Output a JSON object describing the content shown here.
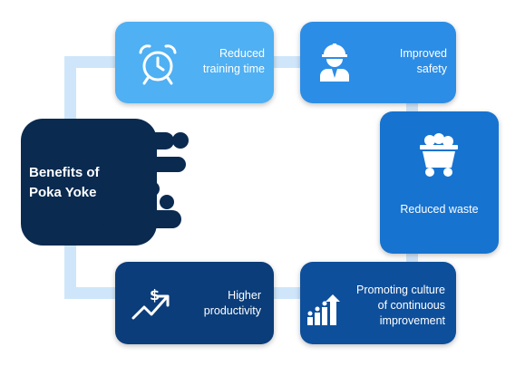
{
  "diagram": {
    "center": {
      "title_line1": "Benefits of",
      "title_line2": "Poka Yoke"
    },
    "benefits": {
      "training": {
        "line1": "Reduced",
        "line2": "training time",
        "icon": "alarm-clock-icon"
      },
      "safety": {
        "line1": "Improved",
        "line2": "safety",
        "icon": "worker-helmet-icon"
      },
      "waste": {
        "line1": "Reduced waste",
        "icon": "mine-cart-icon"
      },
      "culture": {
        "line1": "Promoting culture",
        "line2": "of continuous",
        "line3": "improvement",
        "icon": "rising-bars-people-icon"
      },
      "productivity": {
        "line1": "Higher",
        "line2": "productivity",
        "icon": "dollar-trend-up-icon"
      }
    },
    "colors": {
      "connector": "#cfe6fa",
      "training": "#4fb0f3",
      "safety": "#2c8de6",
      "waste": "#1673d0",
      "culture": "#0e4f9b",
      "productivity": "#0b3d7a",
      "center": "#0a2a50"
    }
  }
}
